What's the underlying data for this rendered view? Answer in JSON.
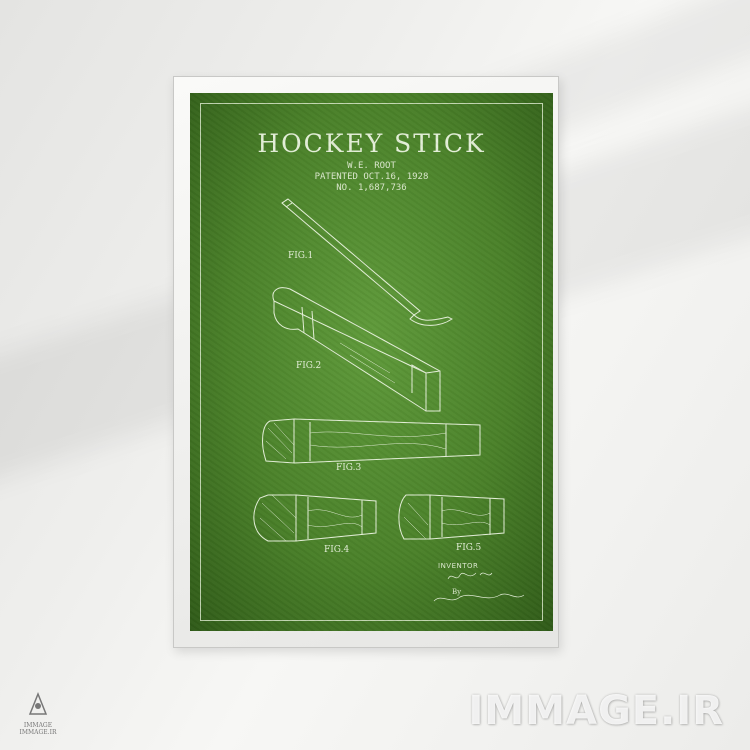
{
  "poster": {
    "title": "HOCKEY STICK",
    "inventor_line": "W.E. ROOT",
    "patented_line": "PATENTED OCT.16, 1928",
    "number_line": "NO. 1,687,736",
    "figures": {
      "fig1": "FIG.1",
      "fig2": "FIG.2",
      "fig3": "FIG.3",
      "fig4": "FIG.4",
      "fig5": "FIG.5"
    },
    "inventor_caption": "INVENTOR",
    "by_caption": "By",
    "background_color": "#4a8129",
    "line_color": "#e4efd8"
  },
  "watermark": {
    "text": "IMMAGE.IR",
    "logo_lines": [
      "IMMAGE",
      "IMMAGE.IR"
    ]
  }
}
